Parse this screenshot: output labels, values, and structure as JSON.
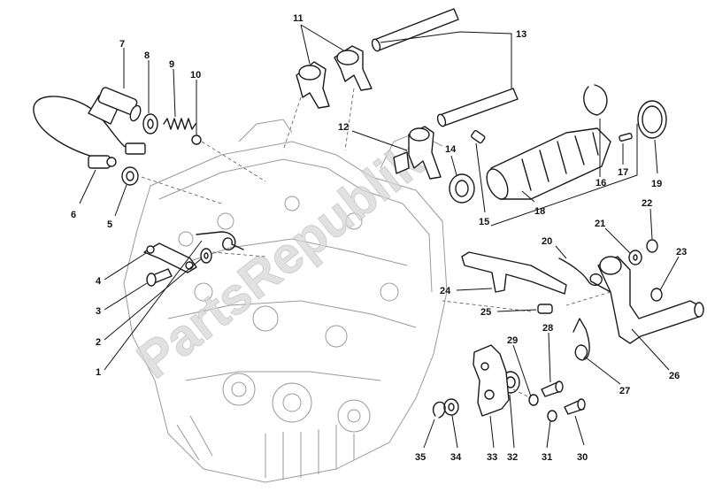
{
  "watermark": "PartsRepublik",
  "colors": {
    "line": "#1a1a1a",
    "engine": "#9a9a9a",
    "watermark": "#d8d8d8"
  },
  "callouts": [
    "1",
    "2",
    "3",
    "4",
    "5",
    "6",
    "7",
    "8",
    "9",
    "10",
    "11",
    "12",
    "13",
    "14",
    "15",
    "16",
    "17",
    "18",
    "19",
    "20",
    "21",
    "22",
    "23",
    "24",
    "25",
    "26",
    "27",
    "28",
    "29",
    "30",
    "31",
    "32",
    "33",
    "34",
    "35"
  ]
}
